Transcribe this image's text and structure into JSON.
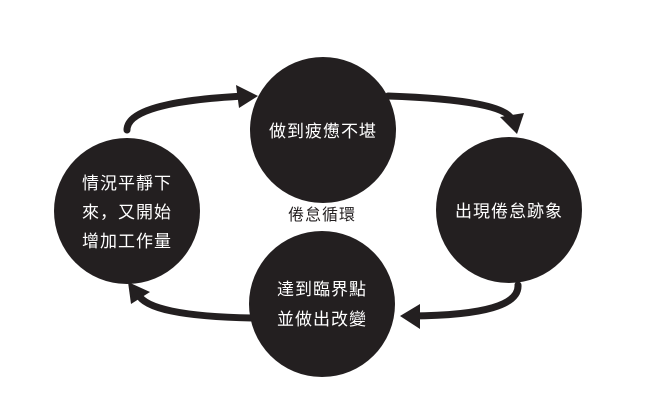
{
  "diagram": {
    "center_label": "倦怠循環",
    "nodes": {
      "top": {
        "lines": [
          "做到疲憊不堪"
        ]
      },
      "right": {
        "lines": [
          "出現倦怠跡象"
        ]
      },
      "bottom": {
        "lines": [
          "達到臨界點",
          "並做出改變"
        ]
      },
      "left": {
        "lines": [
          "情況平靜下",
          "來，又開始",
          "增加工作量"
        ]
      }
    },
    "colors": {
      "node_fill": "#231f20",
      "node_text": "#ffffff",
      "arrow": "#231f20",
      "background": "#ffffff"
    },
    "flow": [
      "top",
      "right",
      "bottom",
      "left"
    ]
  }
}
